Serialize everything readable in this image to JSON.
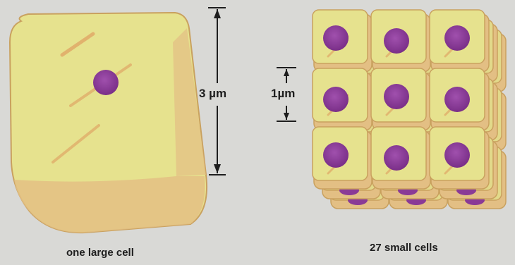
{
  "figure": {
    "large_cell": {
      "caption": "one large cell",
      "dimension_label": "3 µm"
    },
    "small_cells": {
      "caption": "27 small cells",
      "dimension_label": "1µm",
      "count": 27,
      "grid": [
        3,
        3,
        3
      ]
    },
    "colors": {
      "background": "#d9d9d6",
      "cell_fill": "#e6e28e",
      "cell_shadow": "#e3bf84",
      "cell_outline": "#c9a15f",
      "nucleus": "#8a3a96",
      "arrow": "#1e1e1e"
    }
  }
}
